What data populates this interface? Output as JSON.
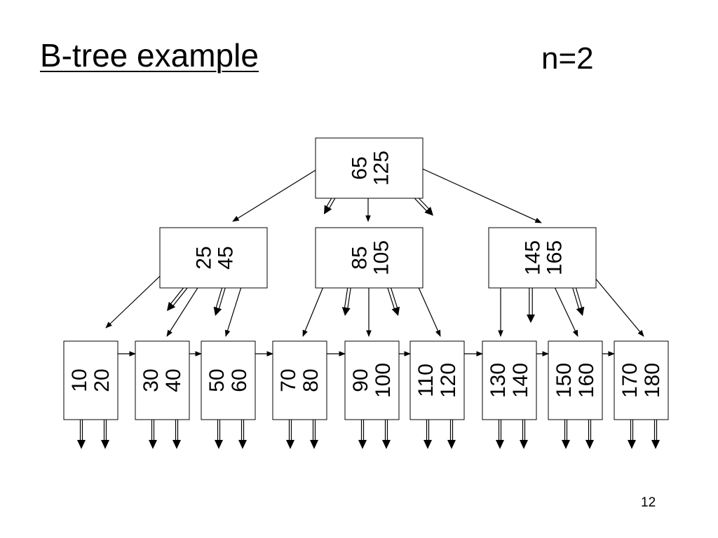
{
  "title": "B-tree example",
  "param": "n=2",
  "slide_number": "12",
  "tree": {
    "root": {
      "id": "root",
      "keys": [
        "65",
        "125"
      ]
    },
    "internal": [
      {
        "id": "internal-left",
        "keys": [
          "25",
          "45"
        ]
      },
      {
        "id": "internal-middle",
        "keys": [
          "85",
          "105"
        ]
      },
      {
        "id": "internal-right",
        "keys": [
          "145",
          "165"
        ]
      }
    ],
    "leaves": [
      {
        "id": "leaf-1",
        "keys": [
          "10",
          "20"
        ]
      },
      {
        "id": "leaf-2",
        "keys": [
          "30",
          "40"
        ]
      },
      {
        "id": "leaf-3",
        "keys": [
          "50",
          "60"
        ]
      },
      {
        "id": "leaf-4",
        "keys": [
          "70",
          "80"
        ]
      },
      {
        "id": "leaf-5",
        "keys": [
          "90",
          "100"
        ]
      },
      {
        "id": "leaf-6",
        "keys": [
          "110",
          "120"
        ]
      },
      {
        "id": "leaf-7",
        "keys": [
          "130",
          "140"
        ]
      },
      {
        "id": "leaf-8",
        "keys": [
          "150",
          "160"
        ]
      },
      {
        "id": "leaf-9",
        "keys": [
          "170",
          "180"
        ]
      }
    ]
  }
}
